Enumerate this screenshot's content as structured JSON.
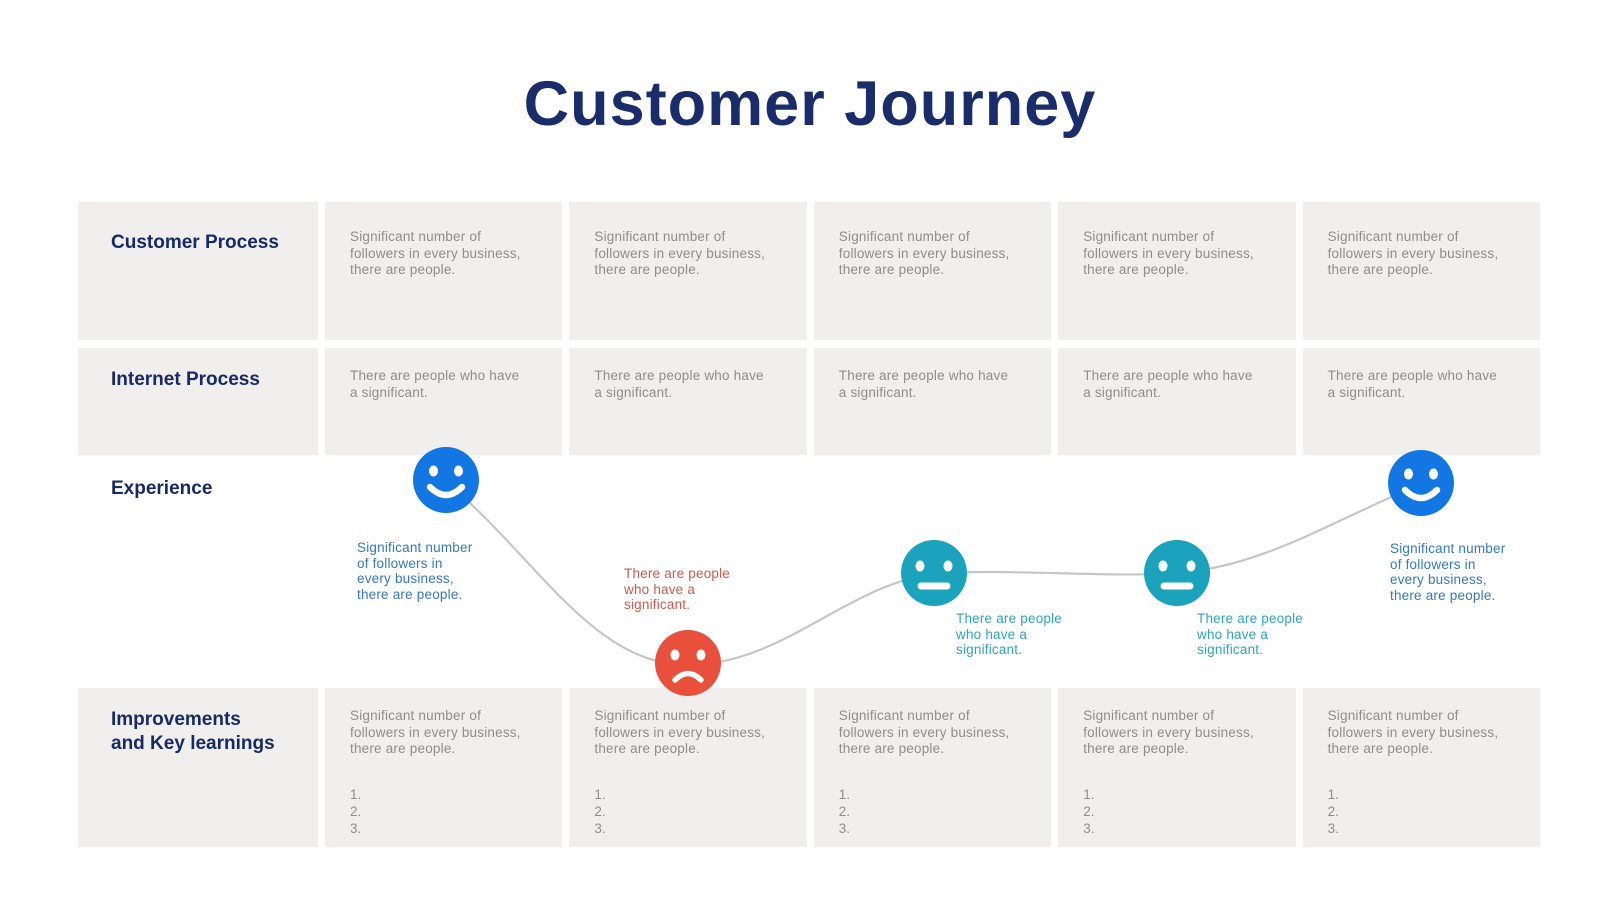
{
  "title": "Customer Journey",
  "colors": {
    "title_navy": "#1B2C6B",
    "label_navy": "#172A66",
    "cell_background": "#F0EFEE",
    "cell_text_gray": "#8E8D8D",
    "curve_gray": "#C6C6C6",
    "happy_face_blue": "#1377E3",
    "sad_face_red": "#E8503C",
    "neutral_face_teal": "#1BA3BD",
    "caption_blue": "#3578BE",
    "caption_red": "#CC5A49",
    "caption_teal": "#2CA6BD"
  },
  "table": {
    "customer_process": {
      "label": "Customer Process",
      "cell_lines": [
        "Significant number of",
        "followers in every business,",
        "there are people."
      ]
    },
    "internet_process": {
      "label": "Internet Process",
      "cell_lines": [
        "There are people who have",
        "a significant."
      ]
    },
    "experience": {
      "label": "Experience"
    },
    "improvements": {
      "label_lines": [
        "Improvements",
        "and Key learnings"
      ],
      "cell_lines": [
        "Significant number of",
        "followers in every business,",
        "there are people."
      ],
      "list_items": [
        "1.",
        "2.",
        "3."
      ]
    }
  },
  "journey": {
    "points": [
      {
        "mood": "happy",
        "icon": "happy-face-icon",
        "face_color": "#1377E3",
        "caption_color": "#3578BE",
        "caption_lines": [
          "Significant number",
          "of followers in",
          "every business,",
          "there are people."
        ]
      },
      {
        "mood": "sad",
        "icon": "sad-face-icon",
        "face_color": "#E8503C",
        "caption_color": "#CC5A49",
        "caption_lines": [
          "There are people",
          "who have a",
          "significant."
        ]
      },
      {
        "mood": "neutral",
        "icon": "neutral-face-icon",
        "face_color": "#1BA3BD",
        "caption_color": "#2CA6BD",
        "caption_lines": [
          "There are people",
          "who have a",
          "significant."
        ]
      },
      {
        "mood": "neutral",
        "icon": "neutral-face-icon",
        "face_color": "#1BA3BD",
        "caption_color": "#2CA6BD",
        "caption_lines": [
          "There are people",
          "who have a",
          "significant."
        ]
      },
      {
        "mood": "happy",
        "icon": "happy-face-icon",
        "face_color": "#1377E3",
        "caption_color": "#3578BE",
        "caption_lines": [
          "Significant number",
          "of followers in",
          "every business,",
          "there are people."
        ]
      }
    ]
  }
}
